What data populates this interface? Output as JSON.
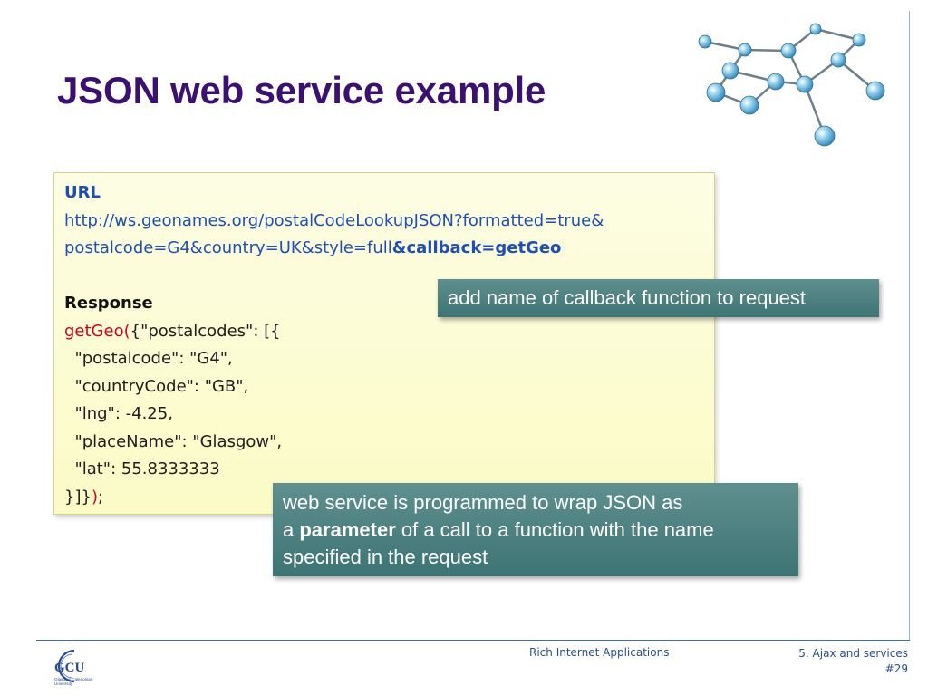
{
  "slide": {
    "title": "JSON web service example",
    "code_box": {
      "url_label": "URL",
      "url_line_1": "http://ws.geonames.org/postalCodeLookupJSON?formatted=true&",
      "url_line_2_plain": "postalcode=G4&country=UK&style=full",
      "url_line_2_callback": "&callback=getGeo",
      "response_label": "Response",
      "response_fn_open": "getGeo(",
      "response_line_1_rest": "{\"postalcodes\": [{",
      "response_line_2": "  \"postalcode\": \"G4\",",
      "response_line_3": "  \"countryCode\": \"GB\",",
      "response_line_4": "  \"lng\": -4.25,",
      "response_line_5": "  \"placeName\": \"Glasgow\",",
      "response_line_6": "  \"lat\": 55.8333333",
      "response_close_plain": "}]}",
      "response_close_paren": ")",
      "response_close_semicolon": ";"
    },
    "callout_1": {
      "text": "add name of callback function to request"
    },
    "callout_2": {
      "line_1": "web service is programmed to wrap JSON as",
      "line_2_prefix": "a ",
      "line_2_bold": "parameter",
      "line_2_suffix": " of a call to a function with the name",
      "line_3": "specified in the request"
    },
    "footer": {
      "logo_text": "GCU",
      "logo_subtext_1": "Glasgow Caledonian",
      "logo_subtext_2": "University",
      "course": "Rich Internet Applications",
      "section": "5. Ajax and services",
      "page_number": "#29"
    }
  },
  "colors": {
    "title": "#3b1170",
    "url_blue": "#1f4fb0",
    "callback_red": "#d0021b",
    "callout_teal": "#4a7f7f",
    "code_box_yellow": "#fbfbc6",
    "footer_blue": "#2a4d8f"
  },
  "icons": {
    "decoration": "molecule-network-icon",
    "logo": "gcu-logo-icon"
  }
}
